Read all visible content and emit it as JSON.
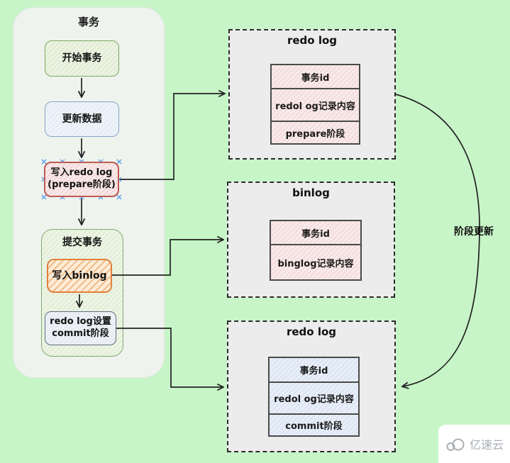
{
  "colors": {
    "background": "#c7f5c7",
    "panel_fill": "#eef3ee",
    "green_accent": "#7fa85f",
    "blue_accent": "#86a3c6",
    "red_accent": "#bd5a55",
    "orange_accent": "#e0803c",
    "gray_blue_accent": "#5e7080",
    "dashed_panel_fill": "#ececec",
    "pink_row_fill": "#f8e9e9",
    "blue_row_fill": "#e7eef8",
    "connector_color": "#222222",
    "selection_handle_color": "#5b9fe8",
    "watermark_gray": "#a9aeb4"
  },
  "transaction_panel": {
    "title": "事务",
    "start_node": "开始事务",
    "update_node": "更新数据",
    "prepare_node_line1": "写入redo log",
    "prepare_node_line2": "(prepare阶段)",
    "commit_group_title": "提交事务",
    "binlog_node": "写入binlog",
    "redo_commit_node_line1": "redo log设置",
    "redo_commit_node_line2": "commit阶段"
  },
  "redo_prepare_panel": {
    "title": "redo log",
    "rows": [
      "事务id",
      "redol og记录内容",
      "prepare阶段"
    ]
  },
  "binlog_panel": {
    "title": "binlog",
    "rows": [
      "事务id",
      "binglog记录内容"
    ]
  },
  "redo_commit_panel": {
    "title": "redo log",
    "rows": [
      "事务id",
      "redol og记录内容",
      "commit阶段"
    ]
  },
  "curve_label": "阶段更新",
  "watermark": {
    "text": "亿速云"
  }
}
